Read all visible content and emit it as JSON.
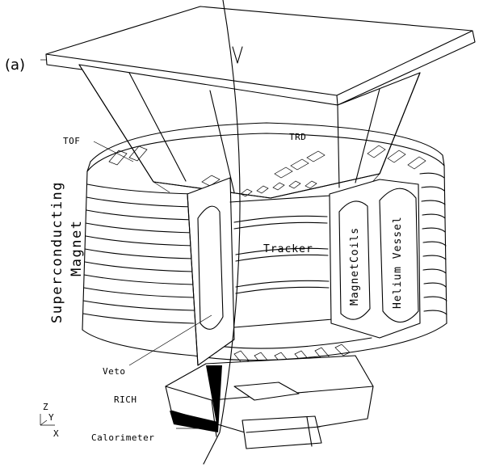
{
  "figure": {
    "panel_label": "(a)",
    "labels": {
      "tof": "TOF",
      "trd": "TRD",
      "superconducting": "Superconducting",
      "magnet": "Magnet",
      "tracker": "Tracker",
      "magnet_coils": "MagnetCoils",
      "helium_vessel": "Helium Vessel",
      "veto": "Veto",
      "rich": "RICH",
      "calorimeter": "Calorimeter"
    },
    "axes": {
      "z": "Z",
      "y": "Y",
      "x": "X"
    }
  }
}
